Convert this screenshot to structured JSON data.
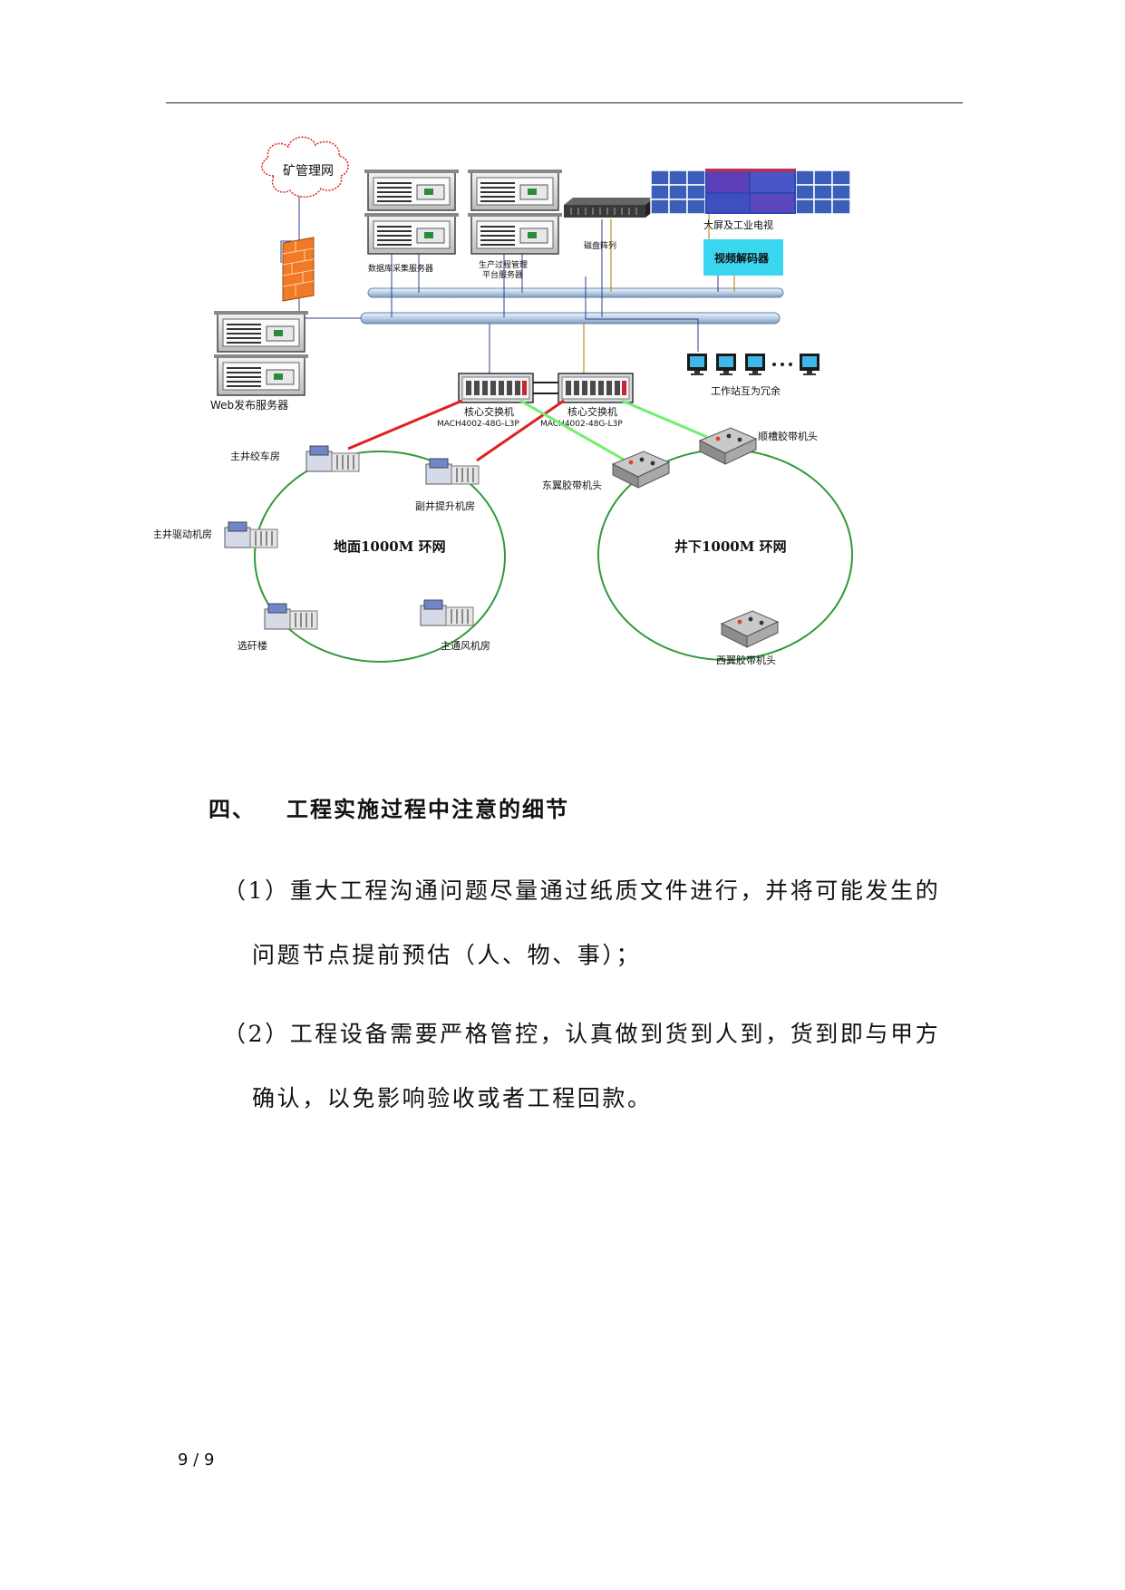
{
  "diagram": {
    "mine_network": "矿管理网",
    "db_server": "数据库采集服务器",
    "process_server_line1": "生产过程管理",
    "process_server_line2": "平台服务器",
    "disk_array": "磁盘阵列",
    "big_screen": "大屏及工业电视",
    "video_decoder": "视频解码器",
    "web_server": "Web发布服务器",
    "workstations": "工作站互为冗余",
    "core_switch_label": "核心交换机",
    "core_switch_model": "MACH4002-48G-L3P",
    "surface_ring": "地面1000M 环网",
    "underground_ring": "井下1000M 环网",
    "main_shaft_winch": "主井绞车房",
    "aux_shaft_hoist": "副井提升机房",
    "main_shaft_drive": "主井驱动机房",
    "coal_prep": "选矸楼",
    "main_vent": "主通风机房",
    "east_belt": "东翼胶带机头",
    "shun_belt": "顺槽胶带机头",
    "west_belt": "西翼胶带机头"
  },
  "section": {
    "number": "四、",
    "title": "工程实施过程中注意的细节"
  },
  "items": {
    "item1_line1": "（1）重大工程沟通问题尽量通过纸质文件进行，并将可能发生的",
    "item1_line2": "问题节点提前预估（人、物、事）；",
    "item2_line1": "（2）工程设备需要严格管控，认真做到货到人到，货到即与甲方",
    "item2_line2": "确认，以免影响验收或者工程回款。"
  },
  "page_number": "9 / 9",
  "colors": {
    "ring": "#2f9a3a",
    "red_link": "#e02020",
    "green_link": "#6ef06e",
    "bus": "#c9dcef",
    "decoder": "#3ad6f0",
    "firewall": "#f07a28",
    "video_wall": "#3b5fb8"
  }
}
